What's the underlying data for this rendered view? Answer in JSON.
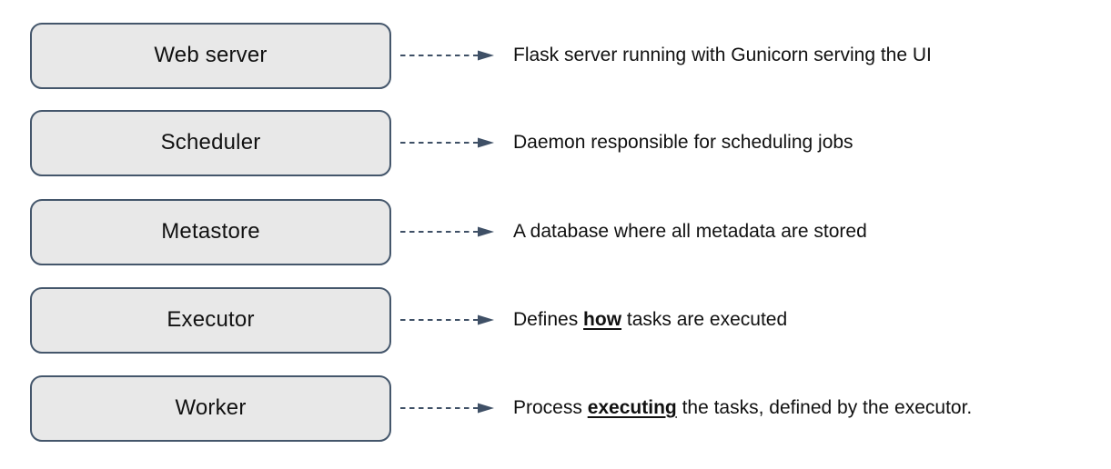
{
  "diagram": {
    "type": "component-description-list",
    "colors": {
      "background": "#ffffff",
      "box_fill": "#e8e8e8",
      "box_border": "#44566b",
      "arrow": "#3f5066",
      "text": "#111111"
    },
    "arrow_icon": "dashed-arrow-right-icon"
  },
  "rows": [
    {
      "box_label": "Web server",
      "desc": {
        "pre": "Flask server running with Gunicorn serving the UI",
        "em": "",
        "post": ""
      }
    },
    {
      "box_label": "Scheduler",
      "desc": {
        "pre": "Daemon responsible for scheduling jobs",
        "em": "",
        "post": ""
      }
    },
    {
      "box_label": "Metastore",
      "desc": {
        "pre": "A database where all metadata are stored",
        "em": "",
        "post": ""
      }
    },
    {
      "box_label": "Executor",
      "desc": {
        "pre": "Defines ",
        "em": "how",
        "post": " tasks are executed"
      }
    },
    {
      "box_label": "Worker",
      "desc": {
        "pre": "Process ",
        "em": "executing",
        "post": " the tasks, defined by the executor."
      }
    }
  ]
}
